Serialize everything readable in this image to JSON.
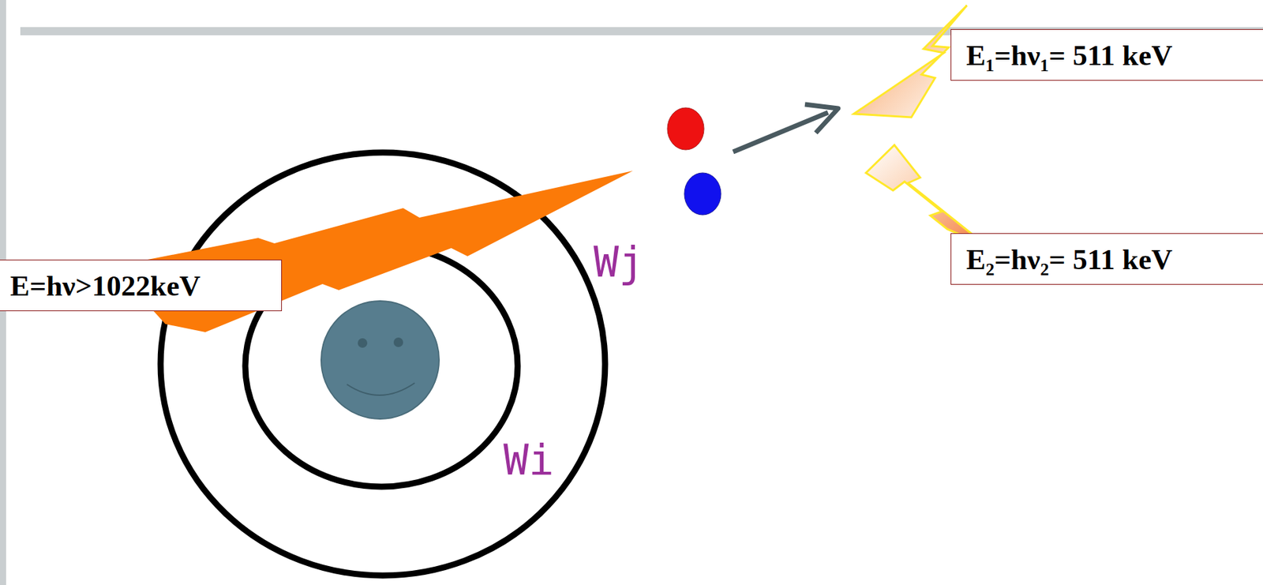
{
  "diagram": {
    "nodes": [
      {
        "text": [
          "E=hν>1022keV"
        ]
      },
      {
        "text": [
          "E₁=hν₁= 511 keV"
        ]
      },
      {
        "text": [
          "E₂=hν₂= 511 keV"
        ]
      }
    ],
    "labels": [
      "Wj",
      "Wi"
    ]
  }
}
